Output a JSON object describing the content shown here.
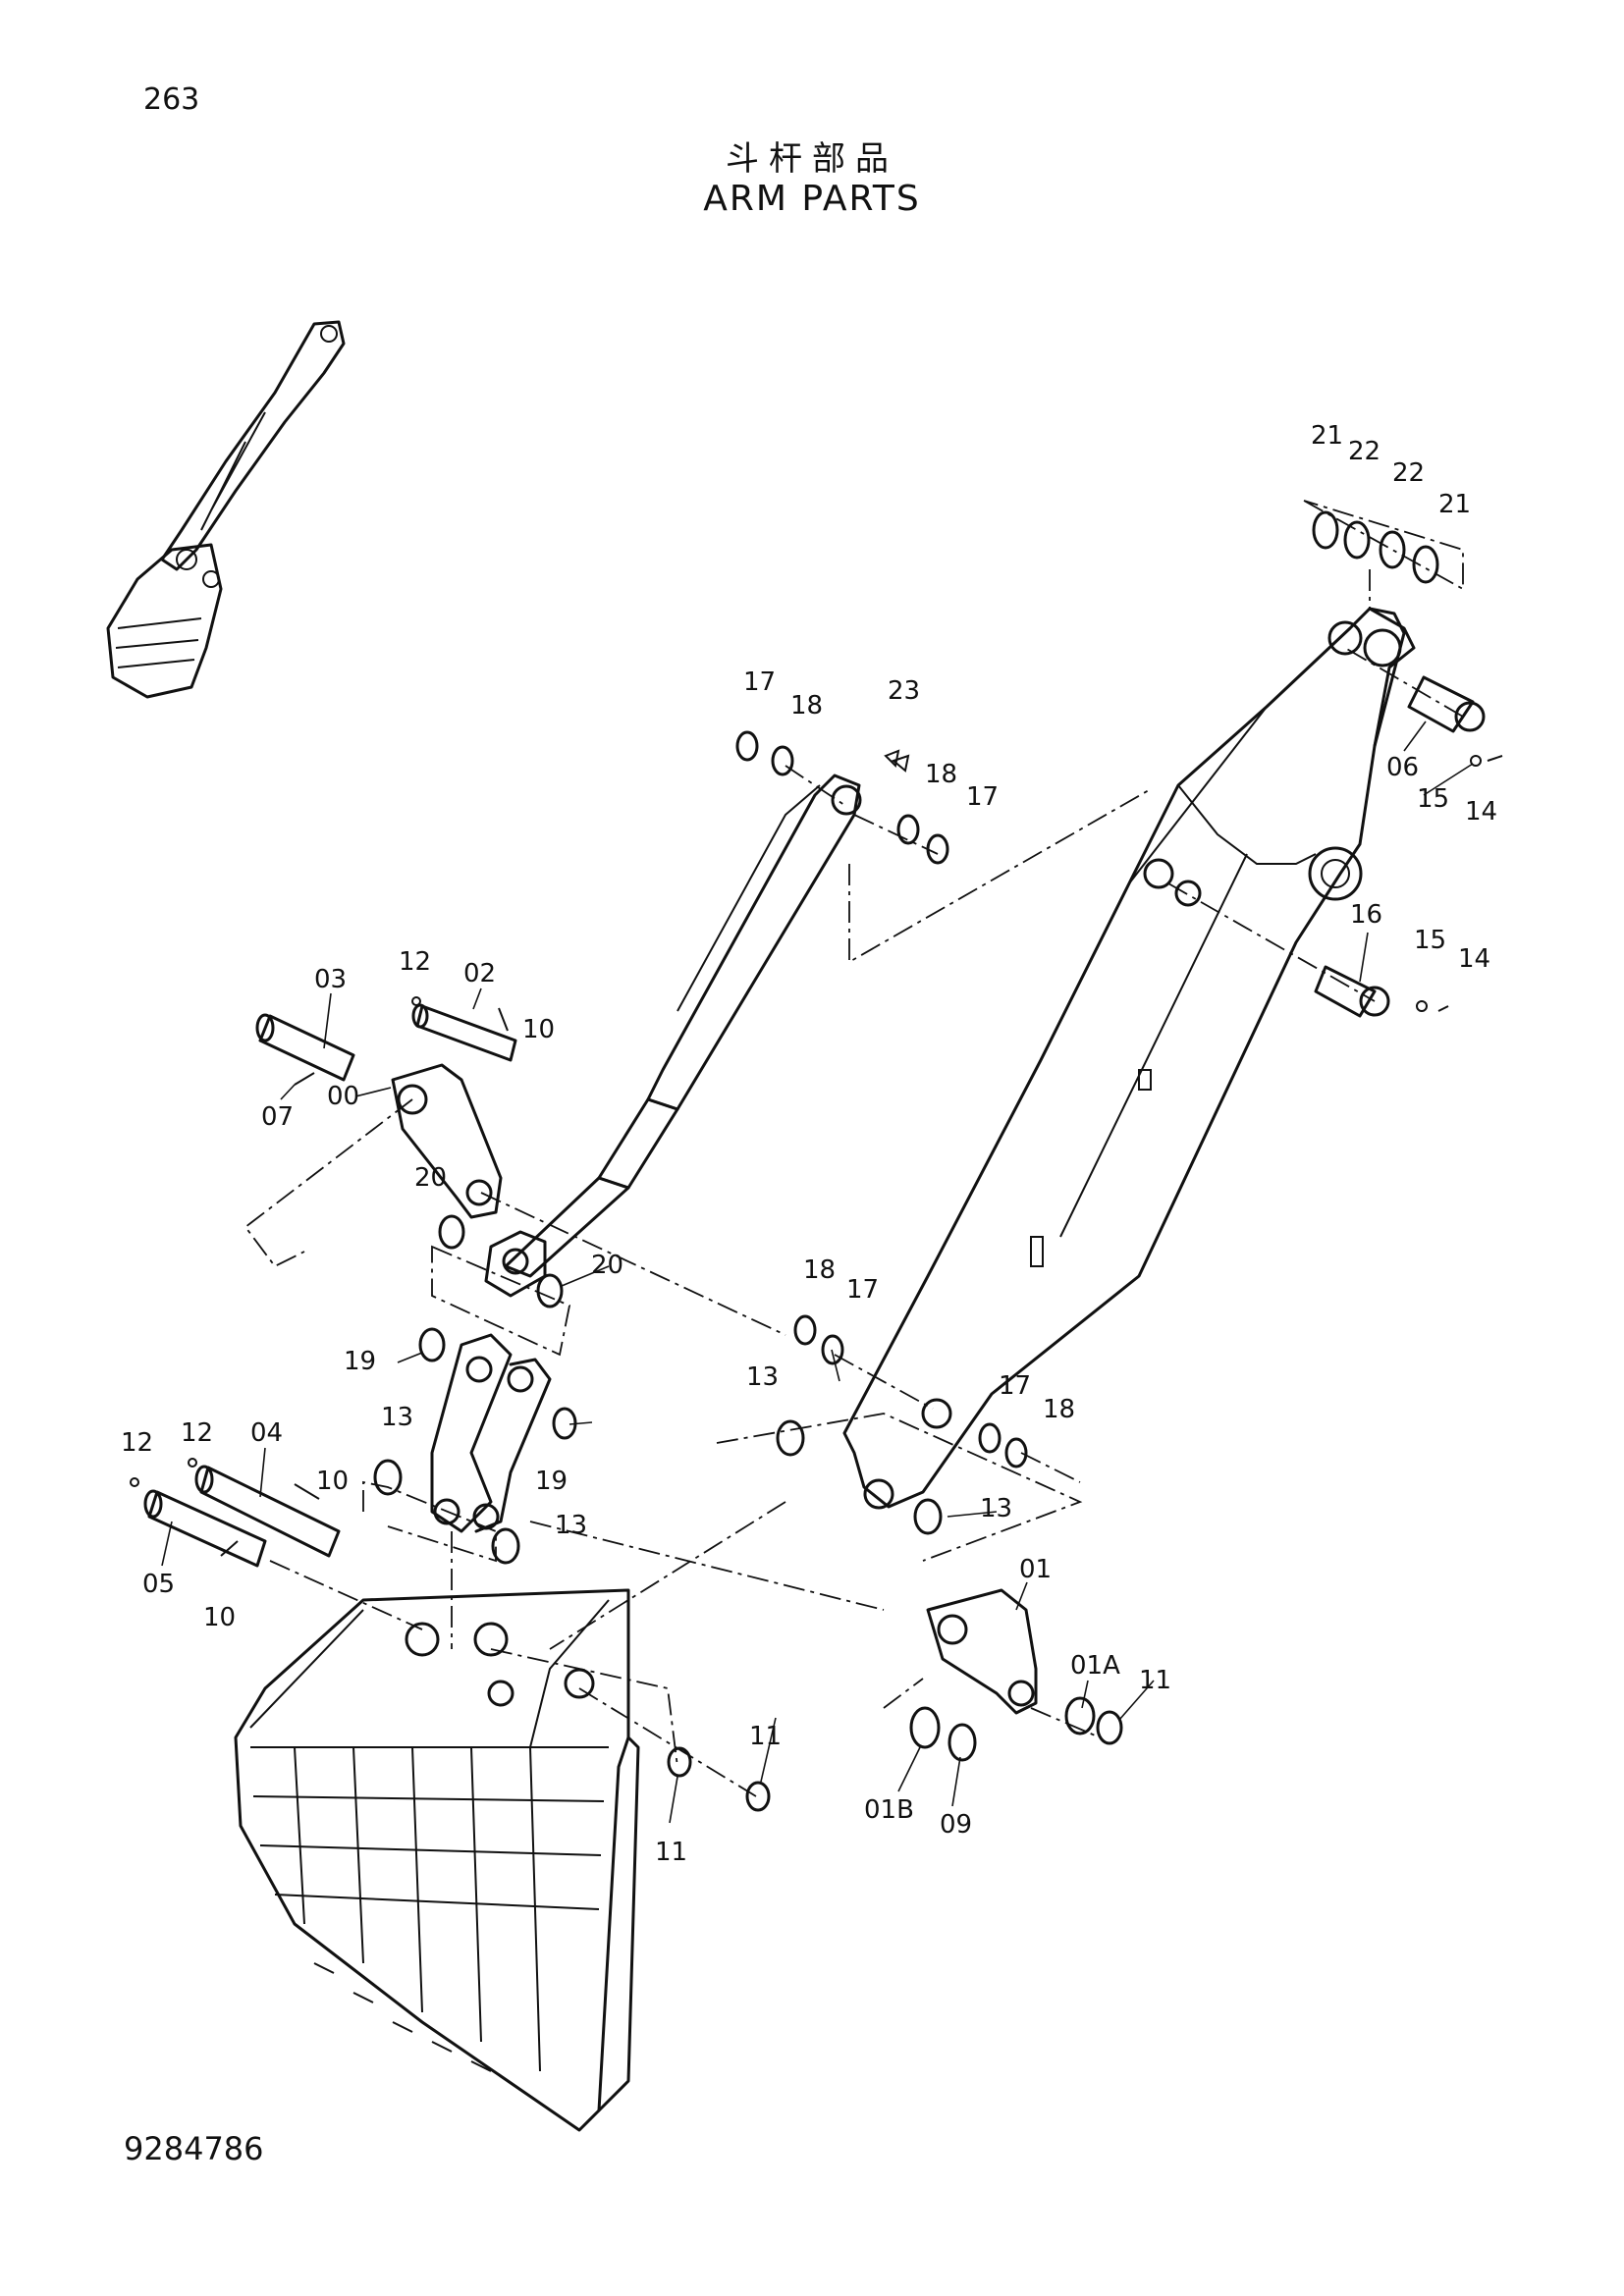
{
  "page_number": "263",
  "title_cn": "斗杆部品",
  "title_en": "ARM PARTS",
  "document_code": "9284786",
  "callouts": [
    {
      "id": "00",
      "text": "00"
    },
    {
      "id": "01",
      "text": "01"
    },
    {
      "id": "01A",
      "text": "01A"
    },
    {
      "id": "01B",
      "text": "01B"
    },
    {
      "id": "02",
      "text": "02"
    },
    {
      "id": "03",
      "text": "03"
    },
    {
      "id": "04",
      "text": "04"
    },
    {
      "id": "05",
      "text": "05"
    },
    {
      "id": "06",
      "text": "06"
    },
    {
      "id": "07",
      "text": "07"
    },
    {
      "id": "09",
      "text": "09"
    },
    {
      "id": "10a",
      "text": "10"
    },
    {
      "id": "10b",
      "text": "10"
    },
    {
      "id": "10c",
      "text": "10"
    },
    {
      "id": "11a",
      "text": "11"
    },
    {
      "id": "11b",
      "text": "11"
    },
    {
      "id": "11c",
      "text": "11"
    },
    {
      "id": "12a",
      "text": "12"
    },
    {
      "id": "12b",
      "text": "12"
    },
    {
      "id": "12c",
      "text": "12"
    },
    {
      "id": "13a",
      "text": "13"
    },
    {
      "id": "13b",
      "text": "13"
    },
    {
      "id": "13c",
      "text": "13"
    },
    {
      "id": "13d",
      "text": "13"
    },
    {
      "id": "14a",
      "text": "14"
    },
    {
      "id": "14b",
      "text": "14"
    },
    {
      "id": "15a",
      "text": "15"
    },
    {
      "id": "15b",
      "text": "15"
    },
    {
      "id": "16",
      "text": "16"
    },
    {
      "id": "17a",
      "text": "17"
    },
    {
      "id": "17b",
      "text": "17"
    },
    {
      "id": "17c",
      "text": "17"
    },
    {
      "id": "17d",
      "text": "17"
    },
    {
      "id": "18a",
      "text": "18"
    },
    {
      "id": "18b",
      "text": "18"
    },
    {
      "id": "18c",
      "text": "18"
    },
    {
      "id": "18d",
      "text": "18"
    },
    {
      "id": "19a",
      "text": "19"
    },
    {
      "id": "19b",
      "text": "19"
    },
    {
      "id": "20a",
      "text": "20"
    },
    {
      "id": "20b",
      "text": "20"
    },
    {
      "id": "21a",
      "text": "21"
    },
    {
      "id": "21b",
      "text": "21"
    },
    {
      "id": "22a",
      "text": "22"
    },
    {
      "id": "22b",
      "text": "22"
    },
    {
      "id": "23",
      "text": "23"
    }
  ]
}
